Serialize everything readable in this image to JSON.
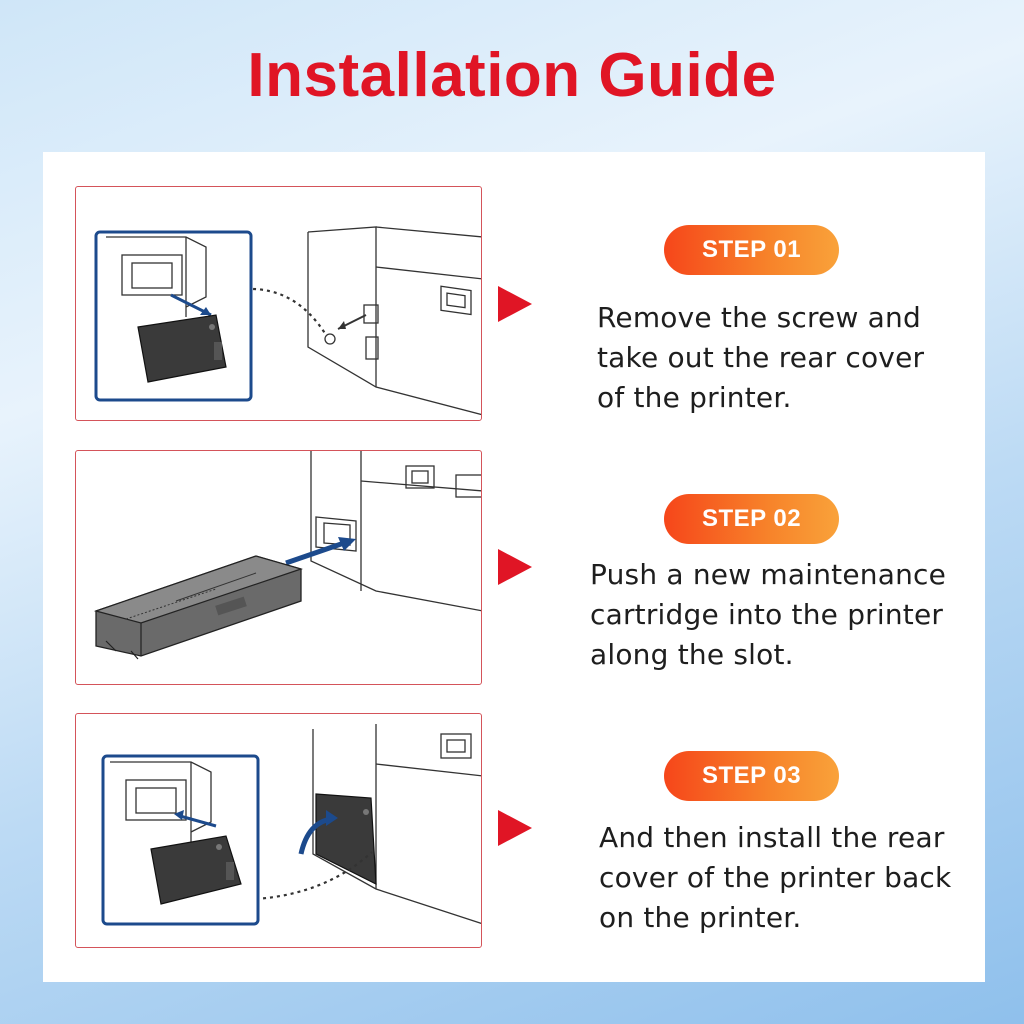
{
  "title": "Installation Guide",
  "colors": {
    "title": "#e01525",
    "pointer": "#e01525",
    "badge_start": "#f6461a",
    "badge_end": "#f9a23a",
    "frame_border": "#d4545a",
    "inset_border": "#1c4a8c"
  },
  "steps": [
    {
      "badge": "STEP 01",
      "lines": [
        "Remove the screw and",
        "take out the rear cover",
        "of the printer."
      ]
    },
    {
      "badge": "STEP 02",
      "lines": [
        "Push a new maintenance",
        "cartridge into the printer",
        "along the slot."
      ]
    },
    {
      "badge": "STEP 03",
      "lines": [
        "And then install the rear",
        "cover of the printer back",
        "on the printer."
      ]
    }
  ]
}
